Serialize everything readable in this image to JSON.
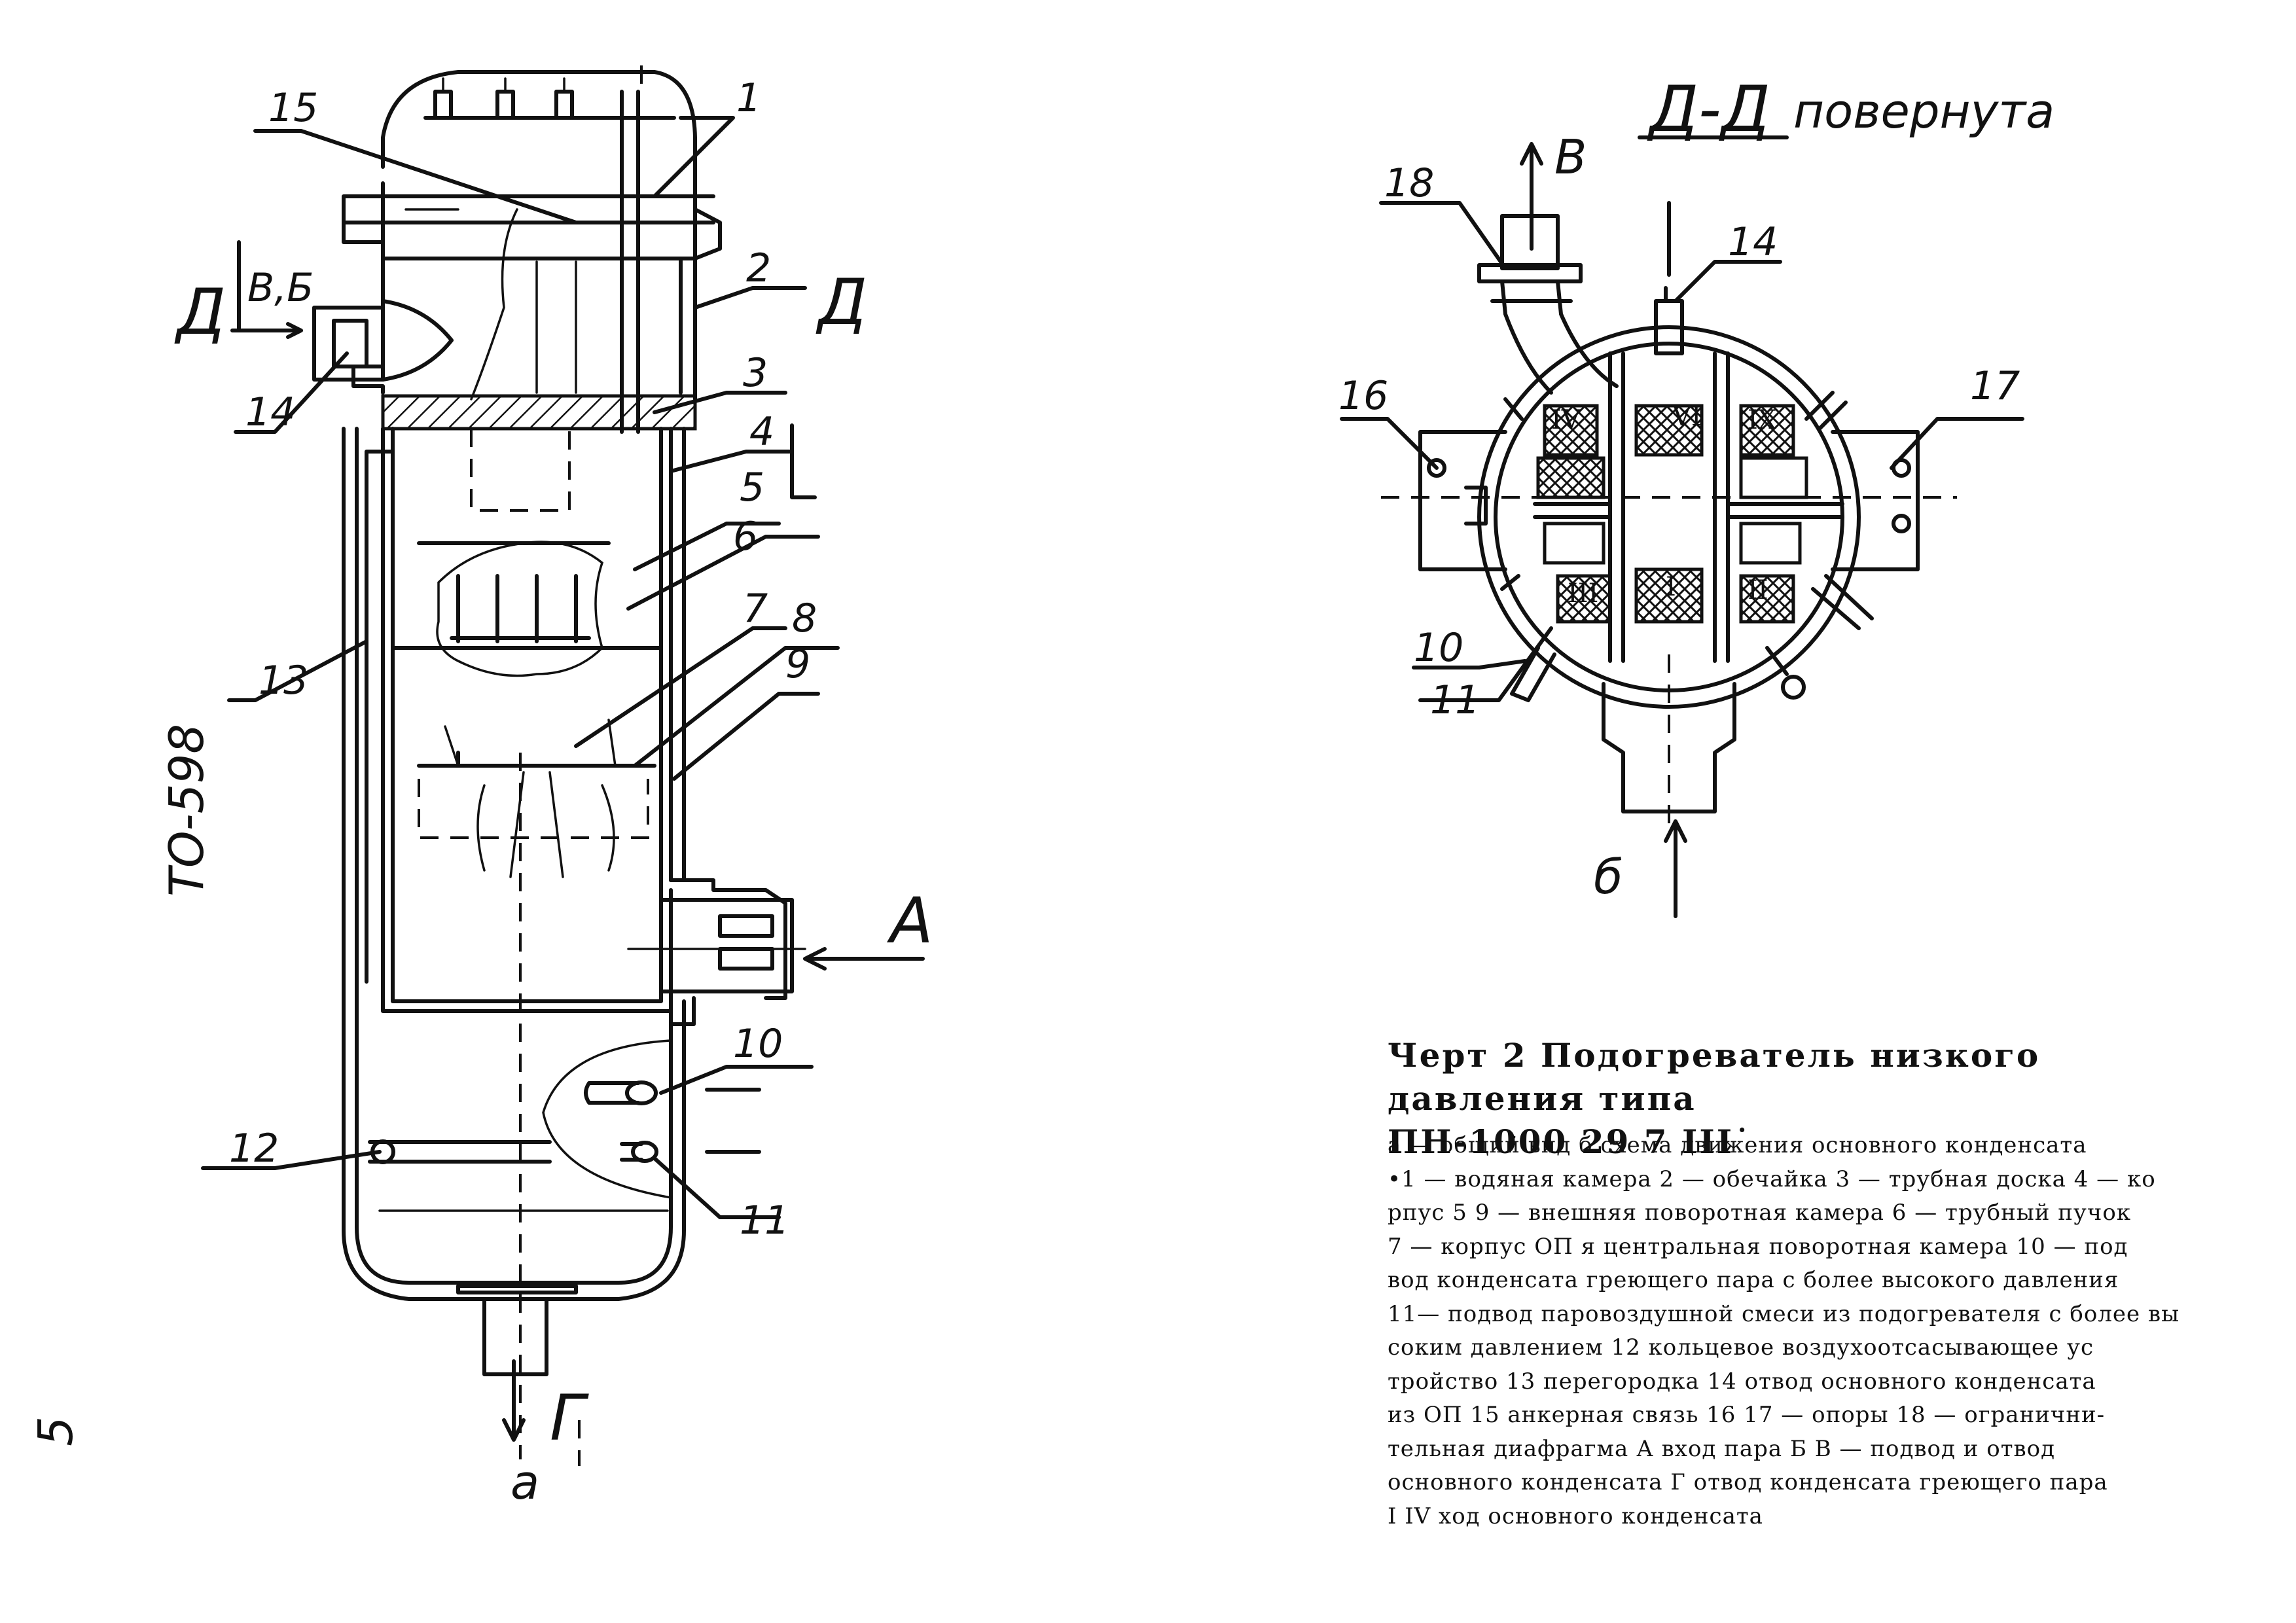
{
  "drawing_labels": {
    "callouts": [
      "1",
      "2",
      "3",
      "4",
      "5",
      "6",
      "7",
      "8",
      "9",
      "10",
      "11",
      "12",
      "13",
      "14",
      "15"
    ],
    "section_d": "Д",
    "flow_a": "А",
    "flow_g": "Г",
    "flow_vb": "В,Б",
    "view_a": "а",
    "section_title": "Д-Д",
    "section_title_note": "повернута",
    "flow_v": "В",
    "flow_b": "б",
    "section_callouts": [
      "10",
      "11",
      "14",
      "16",
      "17",
      "18"
    ],
    "roman_labels": [
      "IV",
      "VI",
      "IX",
      "III",
      "I",
      "II"
    ]
  },
  "margin": {
    "code": "ТО-598",
    "page_number": "5"
  },
  "caption": {
    "title_lines": [
      "Черт 2  Подогреватель низкого давления типа",
      "ПН-1000 29 7 III˙"
    ],
    "legend_lines": [
      "а — общий вид  б     схема движения основного конденсата",
      "•1 — водяная камера  2 — обечайка  3 — трубная доска  4  — ко",
      "рпус  5 9 —  внешняя поворотная камера  6 — трубный пучок",
      "7 — корпус ОП  я     центральная поворотная камера  10 — под",
      "вод конденсата греющего пара с более высокого давления",
      "11— подвод паровоздушной смеси из подогревателя с более вы",
      "соким давлением  12      кольцевое воздухоотсасывающее ус",
      "тройство  13     перегородка  14    отвод основного конденсата",
      "из ОП 15     анкерная связь  16 17 — опоры  18 — огранични-",
      "тельная  диафрагма  А     вход пара  Б В — подвод и отвод",
      "основного конденсата  Г      отвод конденсата греющего пара",
      "I IV      ход основного конденсата"
    ]
  }
}
